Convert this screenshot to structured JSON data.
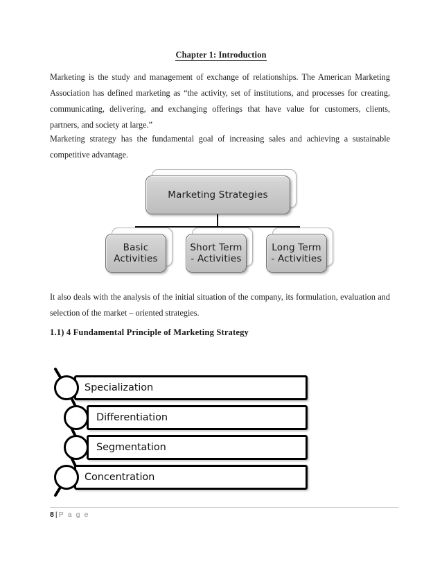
{
  "document": {
    "title": "Chapter 1: Introduction",
    "paragraphs": [
      "Marketing is the study and management of exchange of relationships. The American Marketing Association has defined marketing as “the activity, set of institutions, and processes for creating, communicating, delivering, and exchanging offerings that have value for customers, clients, partners, and society at large.”",
      "Marketing strategy has the fundamental goal of increasing sales and achieving a sustainable competitive advantage.",
      "It also deals with the analysis of the initial situation of the company, its formulation, evaluation and selection of the market – oriented strategies."
    ],
    "section_heading": "1.1) 4 Fundamental Principle of Marketing Strategy"
  },
  "org_chart": {
    "root": "Marketing Strategies",
    "children": [
      "Basic Activities",
      "Short Term - Activities",
      "Long Term - Activities"
    ],
    "child_lines": [
      [
        "Basic",
        "Activities"
      ],
      [
        "Short Term",
        "- Activities"
      ],
      [
        "Long Term",
        "- Activities"
      ]
    ],
    "box_fill": "#c9c9c9",
    "box_border": "#6d6d6d"
  },
  "principles": {
    "items": [
      {
        "label": "Specialization"
      },
      {
        "label": "Differentiation"
      },
      {
        "label": "Segmentation"
      },
      {
        "label": "Concentration"
      }
    ],
    "line_color": "#000000",
    "bar_fill": "#ffffff"
  },
  "footer": {
    "page_number": "8",
    "separator": "|",
    "page_word": "P a g e"
  }
}
